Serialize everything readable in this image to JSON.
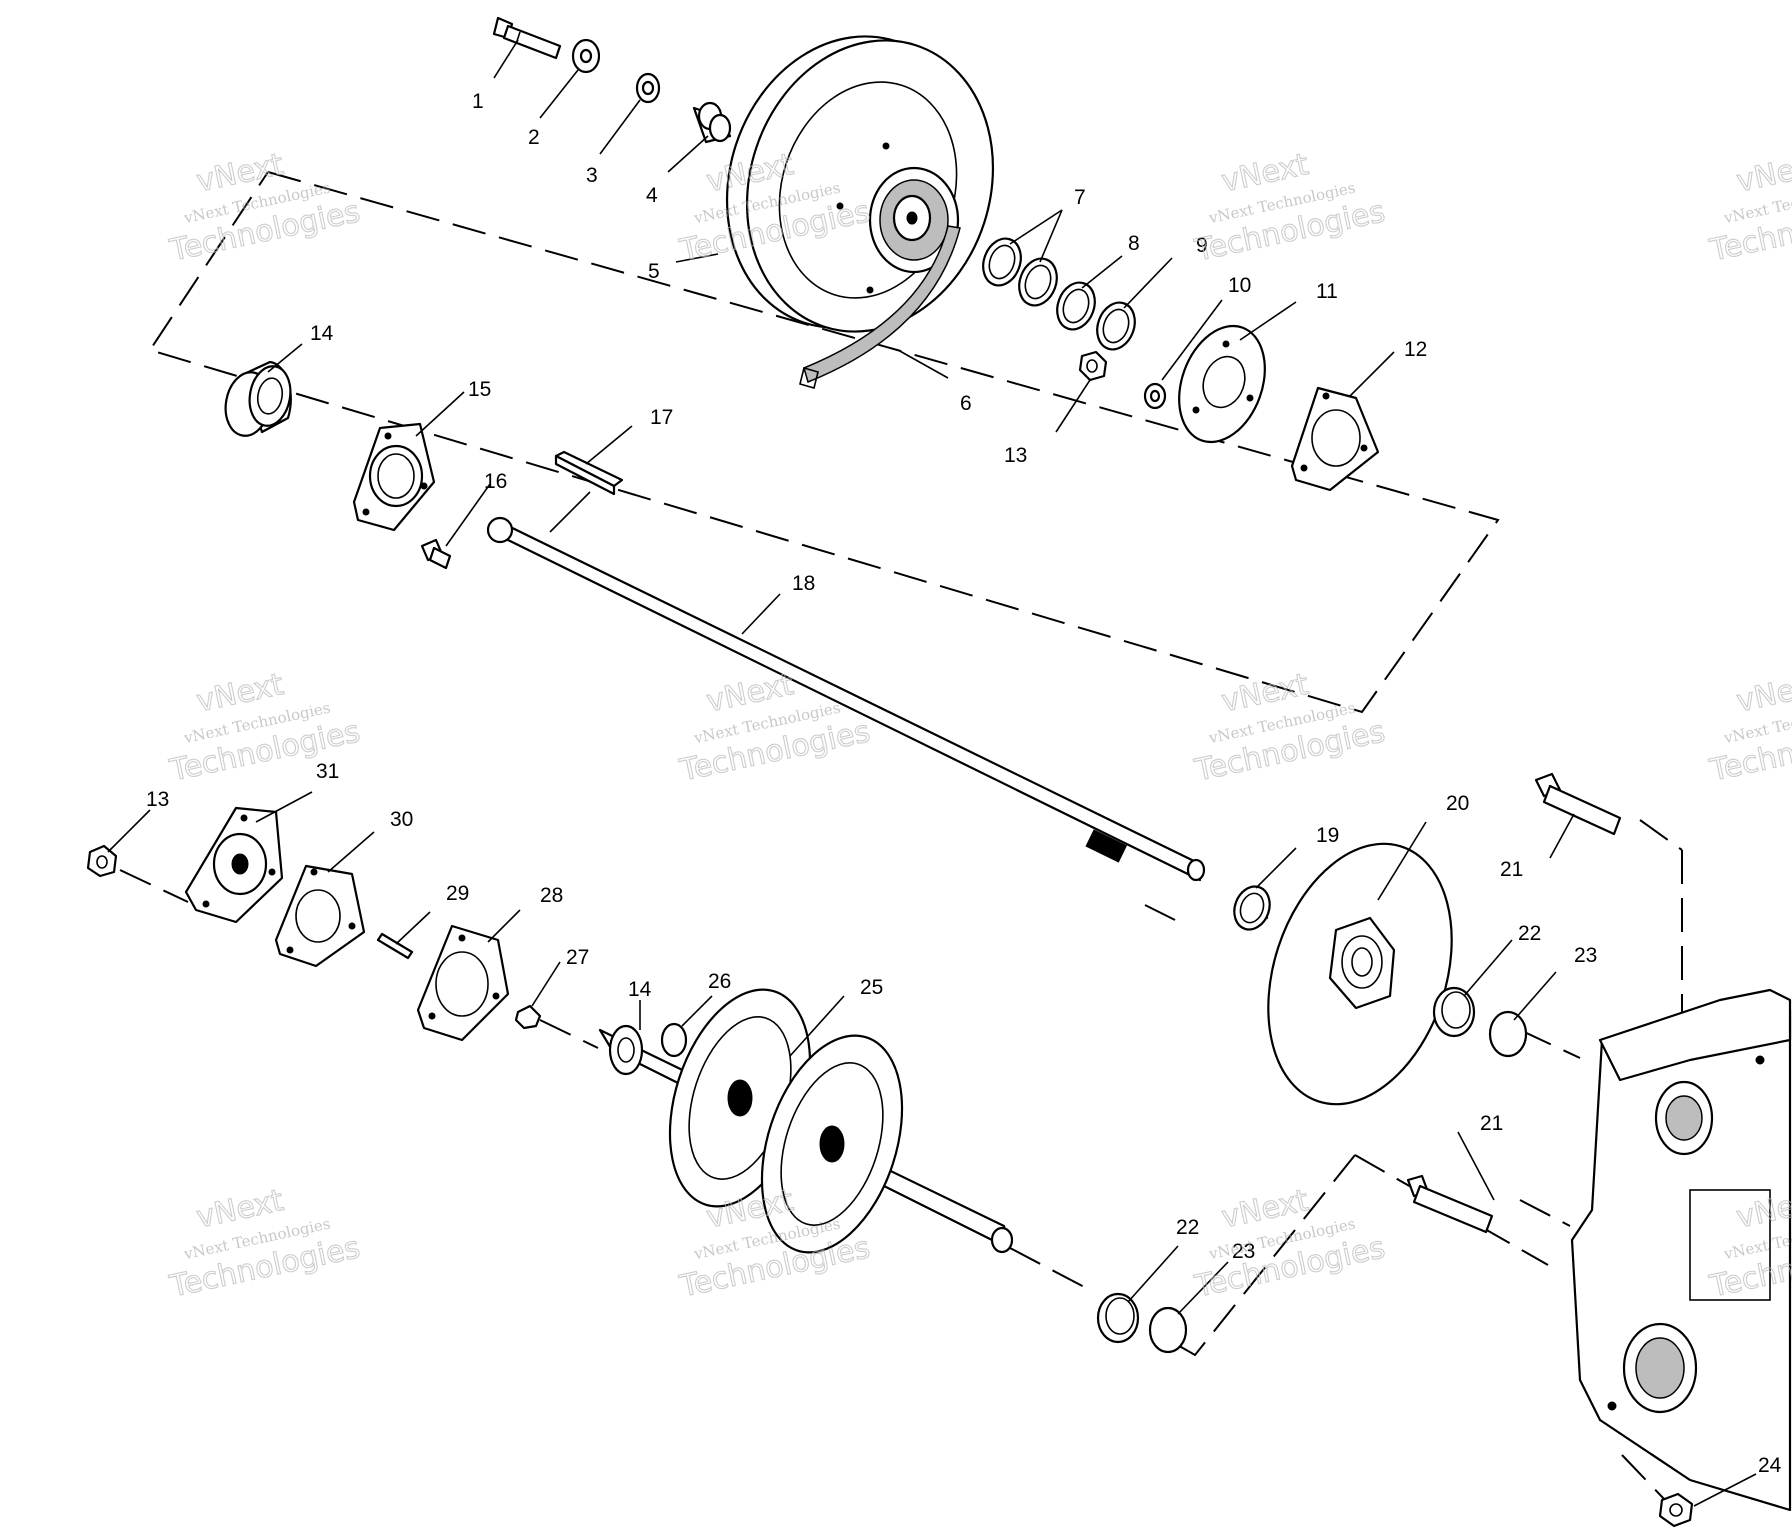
{
  "callouts": [
    "1",
    "2",
    "3",
    "4",
    "5",
    "6",
    "7",
    "8",
    "9",
    "10",
    "11",
    "12",
    "13",
    "14",
    "15",
    "16",
    "17",
    "18",
    "19",
    "20",
    "21",
    "22",
    "23",
    "24",
    "25",
    "26",
    "27",
    "28",
    "29",
    "30",
    "31"
  ],
  "repeated_callouts": {
    "c13b": "13",
    "c14b": "14",
    "c21b": "21",
    "c22b": "22",
    "c23b": "23"
  },
  "watermark": {
    "small": "vNext Technologies",
    "big_1": "vNext",
    "big_2": "Technologies"
  }
}
